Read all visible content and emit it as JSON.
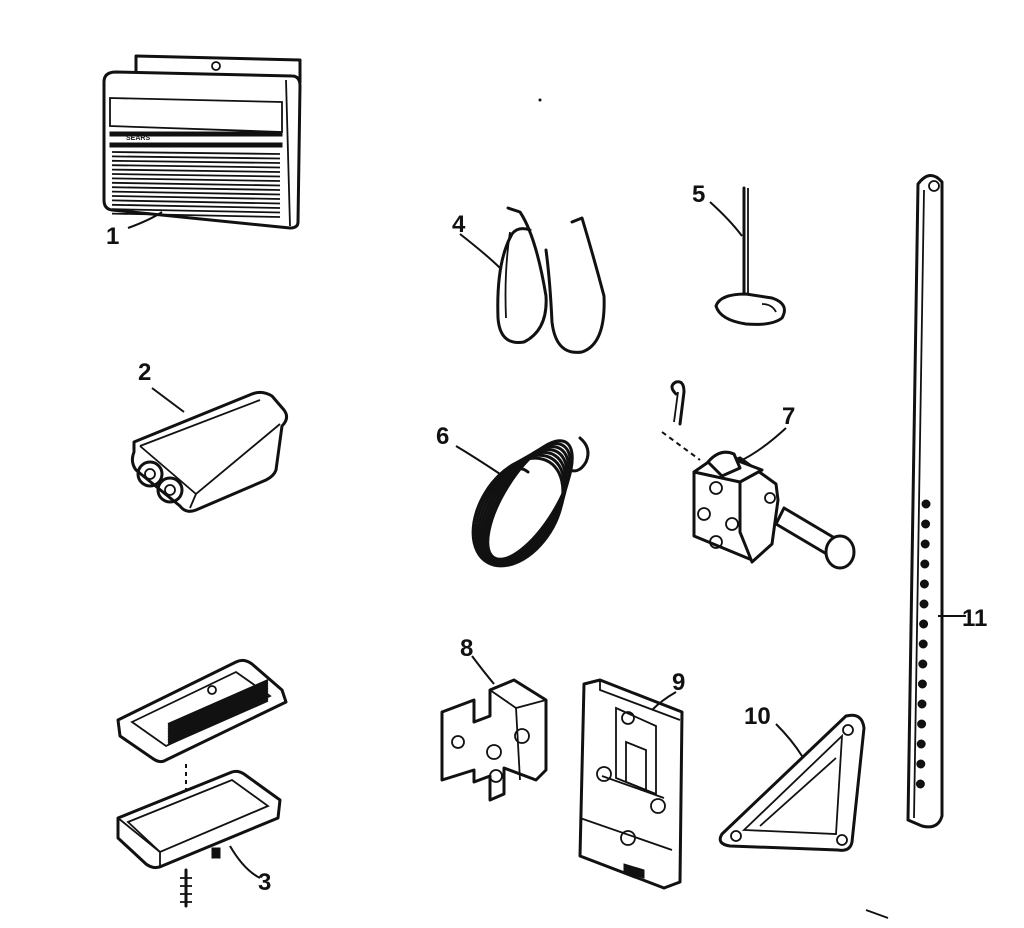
{
  "diagram": {
    "brand_mark": "SEARS",
    "callouts": [
      "1",
      "2",
      "3",
      "4",
      "5",
      "6",
      "7",
      "8",
      "9",
      "10",
      "11"
    ]
  }
}
